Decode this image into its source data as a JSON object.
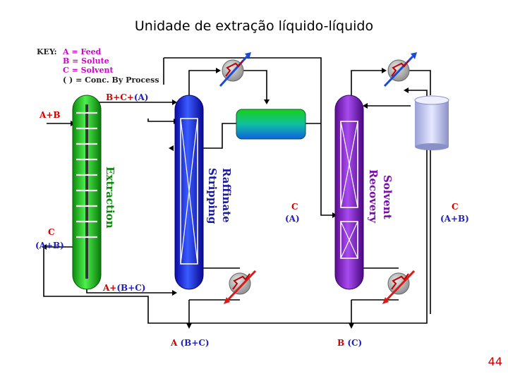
{
  "title": "Unidade de extração líquido-líquido",
  "page_number": "44",
  "key": {
    "heading": "KEY:",
    "feed": "A = Feed",
    "solute": "B = Solute",
    "solvent": "C = Solvent",
    "conc": "( ) = Conc. By Process"
  },
  "columns": {
    "extraction": "Extraction",
    "raffinate_1": "Raffinate",
    "raffinate_2": "Stripping",
    "solvent_1": "Solvent",
    "solvent_2": "Recovery"
  },
  "streams": {
    "feed_in": "A+B",
    "top_extraction_main": "B+C+",
    "top_extraction_paren": "(A)",
    "recycle_c": "C",
    "recycle_paren": "(A+B)",
    "bottom_extraction_main": "A+",
    "bottom_extraction_paren": "(B+C)",
    "product_a_main": "A ",
    "product_a_paren": "(B+C)",
    "product_b_main": "B ",
    "product_b_paren": "(C)",
    "mid_c": "C",
    "mid_paren": "(A)",
    "right_c": "C",
    "right_paren": "(A+B)"
  },
  "colors": {
    "extraction": "#1ec51e",
    "stripping": "#1414e0",
    "recovery": "#8a14c8",
    "label_red": "#d40000",
    "label_blue": "#2020c0",
    "label_magenta": "#d000d0",
    "line": "#000000"
  }
}
